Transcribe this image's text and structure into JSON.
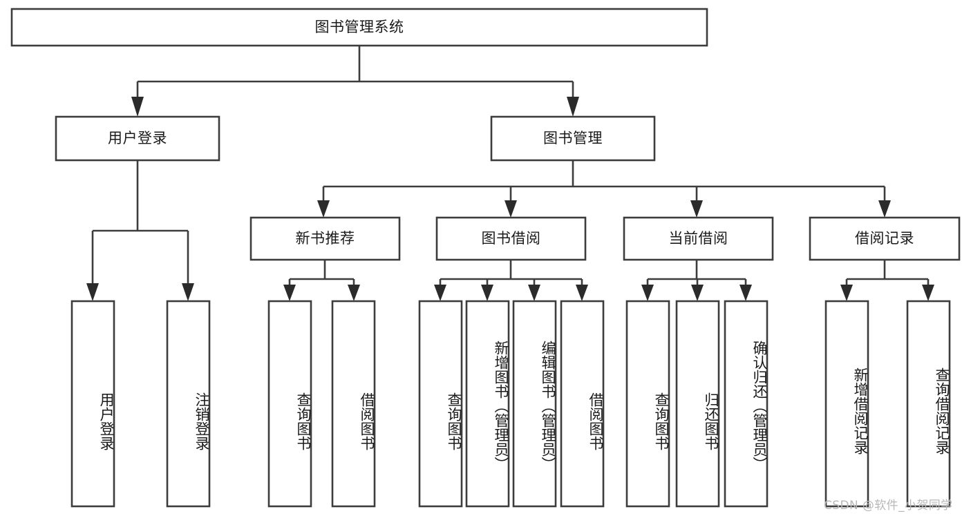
{
  "diagram": {
    "type": "tree-hierarchy-chart",
    "title": "图书管理系统",
    "watermark": "CSDN @软件_小贺同学",
    "colors": {
      "box_stroke": "#3c3c3c",
      "box_fill": "#ffffff",
      "connector": "#3c3c3c",
      "text": "#1a1a1a",
      "watermark": "#b8b8b8",
      "background": "#ffffff"
    },
    "levels": {
      "root": {
        "label": "图书管理系统"
      },
      "level2": [
        {
          "label": "用户登录"
        },
        {
          "label": "图书管理"
        }
      ],
      "level3": [
        {
          "label": "新书推荐"
        },
        {
          "label": "图书借阅"
        },
        {
          "label": "当前借阅"
        },
        {
          "label": "借阅记录"
        }
      ],
      "leaves": {
        "user_login": [
          {
            "label": "用户登录"
          },
          {
            "label": "注销登录"
          }
        ],
        "new_book_recommend": [
          {
            "label": "查询图书"
          },
          {
            "label": "借阅图书"
          }
        ],
        "book_borrow": [
          {
            "label": "查询图书"
          },
          {
            "label": "新增图书（管理员）"
          },
          {
            "label": "编辑图书（管理员）"
          },
          {
            "label": "借阅图书"
          }
        ],
        "current_borrow": [
          {
            "label": "查询图书"
          },
          {
            "label": "归还图书"
          },
          {
            "label": "确认归还（管理员）"
          }
        ],
        "borrow_record": [
          {
            "label": "新增借阅记录"
          },
          {
            "label": "查询借阅记录"
          }
        ]
      }
    }
  }
}
